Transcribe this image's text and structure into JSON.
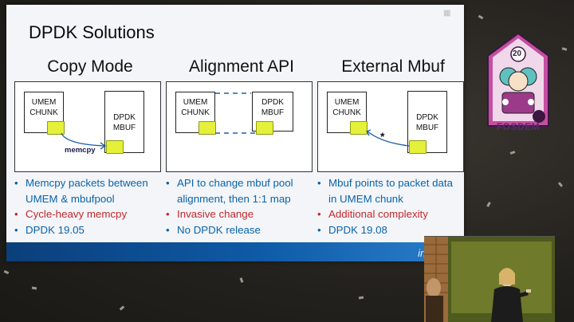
{
  "slide": {
    "title": "DPDK Solutions",
    "columns": [
      {
        "heading": "Copy Mode",
        "left_box": [
          "UMEM",
          "CHUNK"
        ],
        "right_box": [
          "DPDK",
          "MBUF"
        ],
        "arrow_label": "memcpy",
        "bullets": [
          {
            "text": "Memcpy packets between UMEM & mbufpool",
            "color": "#0a63ab"
          },
          {
            "text": "Cycle-heavy memcpy",
            "color": "#c4272d"
          },
          {
            "text": "DPDK 19.05",
            "color": "#0a63ab"
          }
        ]
      },
      {
        "heading": "Alignment API",
        "left_box": [
          "UMEM",
          "CHUNK"
        ],
        "right_box": [
          "DPDK",
          "MBUF"
        ],
        "bullets": [
          {
            "text": "API to change mbuf pool alignment, then 1:1 map",
            "color": "#0a63ab"
          },
          {
            "text": "Invasive change",
            "color": "#c4272d"
          },
          {
            "text": "No DPDK release",
            "color": "#0a63ab"
          }
        ]
      },
      {
        "heading": "External Mbuf",
        "left_box": [
          "UMEM",
          "CHUNK"
        ],
        "right_box": [
          "DPDK",
          "MBUF"
        ],
        "pointer_mark": "*",
        "bullets": [
          {
            "text": "Mbuf points to packet data in UMEM chunk",
            "color": "#0a63ab"
          },
          {
            "text": "Additional complexity",
            "color": "#c4272d"
          },
          {
            "text": "DPDK 19.08",
            "color": "#0a63ab"
          }
        ]
      }
    ],
    "footer_logo": "intel"
  },
  "badge": {
    "text": "FOSDEM",
    "number": "20"
  },
  "colors": {
    "chunk_fill": "#e4f03a",
    "blue_text": "#0a63ab",
    "red_text": "#c4272d",
    "footer": "#0e5aa6"
  }
}
